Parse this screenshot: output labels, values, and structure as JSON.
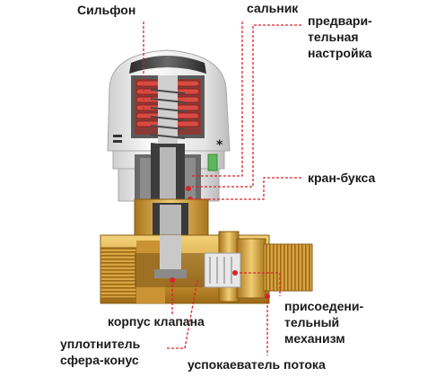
{
  "labels": {
    "bellows": "Сильфон",
    "gland": "сальник",
    "preset": "предвари-\nтельная\nнастройка",
    "crane_box": "кран-букса",
    "valve_body": "корпус клапана",
    "connector": "присоедени-\nтельный\nмеханизм",
    "seal": "уплотнитель\nсфера-конус",
    "flow_damper": "успокаеватель потока"
  },
  "colors": {
    "leader_line": "#d9232d",
    "brass": "#d9a441",
    "brass_dark": "#a8741c",
    "plastic_white": "#f2f2f2",
    "plastic_shadow": "#c9c9c9",
    "spring_red": "#c8322c",
    "dark": "#3a3a3a"
  }
}
